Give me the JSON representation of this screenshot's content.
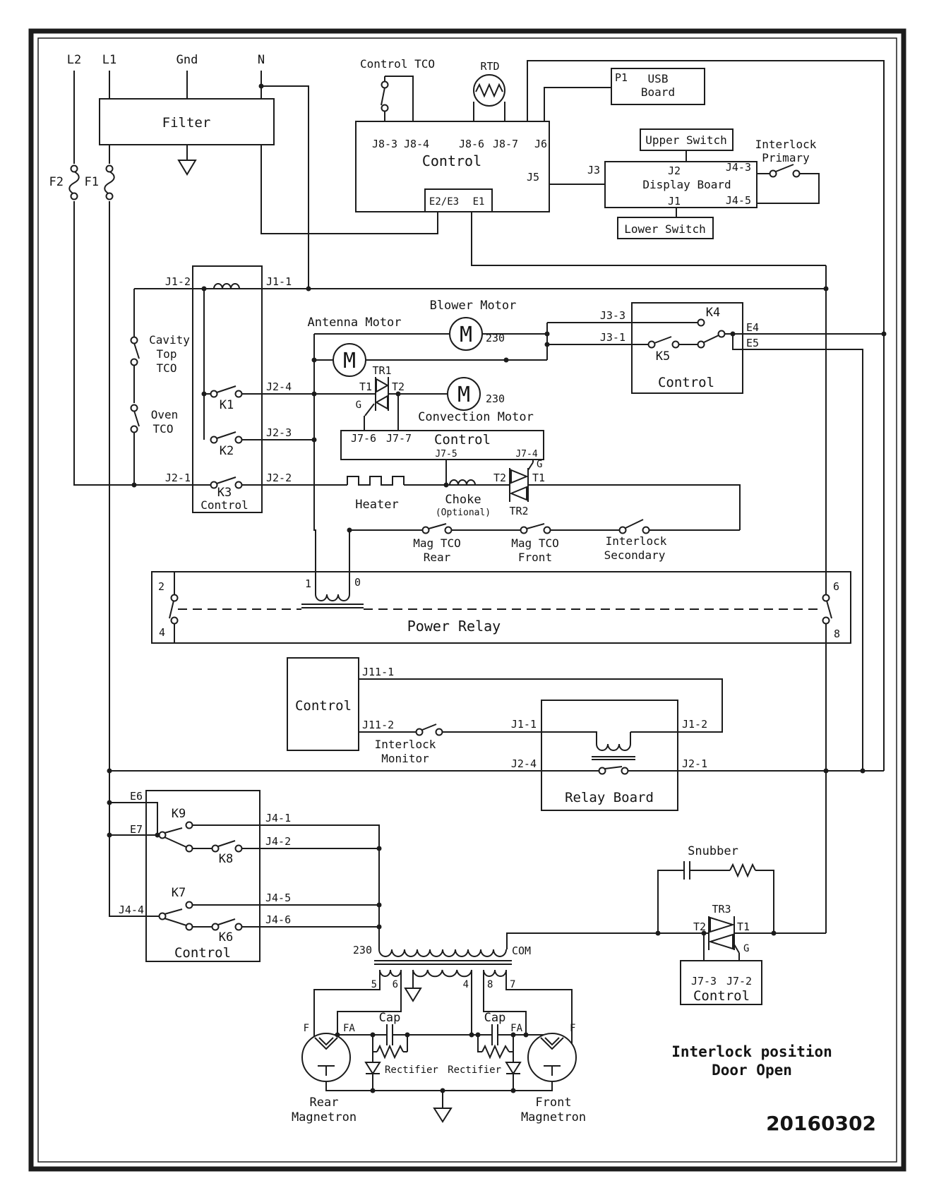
{
  "colors": {
    "line": "#1c1c1c",
    "background": "#ffffff"
  },
  "power_input": {
    "l2": "L2",
    "l1": "L1",
    "gnd": "Gnd",
    "n": "N",
    "filter": "Filter",
    "fuse_f2": "F2",
    "fuse_f1": "F1"
  },
  "main_control": {
    "title": "Control",
    "control_tco": "Control TCO",
    "rtd": "RTD",
    "j8_3": "J8-3",
    "j8_4": "J8-4",
    "j8_6": "J8-6",
    "j8_7": "J8-7",
    "j6": "J6",
    "j5": "J5",
    "e2_e3": "E2/E3",
    "e1": "E1"
  },
  "usb_board": {
    "p1": "P1",
    "name_line1": "USB",
    "name_line2": "Board"
  },
  "display_board": {
    "title": "Display Board",
    "upper_switch": "Upper Switch",
    "lower_switch": "Lower Switch",
    "j2": "J2",
    "j3": "J3",
    "j1": "J1",
    "j4_3": "J4-3",
    "j4_5": "J4-5",
    "interlock_primary_line1": "Interlock",
    "interlock_primary_line2": "Primary"
  },
  "tco_chain": {
    "cavity_line1": "Cavity",
    "cavity_line2": "Top",
    "cavity_line3": "TCO",
    "oven_line1": "Oven",
    "oven_line2": "TCO"
  },
  "k_relay_bank": {
    "title": "Control",
    "j1_2": "J1-2",
    "j1_1": "J1-1",
    "k1": "K1",
    "k2": "K2",
    "k3": "K3",
    "j2_4": "J2-4",
    "j2_3": "J2-3",
    "j2_2": "J2-2",
    "j2_1": "J2-1"
  },
  "motors": {
    "antenna": "Antenna Motor",
    "blower": "Blower Motor",
    "convection": "Convection Motor",
    "m": "M",
    "blower_voltage": "230",
    "convection_voltage": "230"
  },
  "tr1": {
    "name": "TR1",
    "t1": "T1",
    "t2": "T2",
    "g": "G"
  },
  "j7_control": {
    "title": "Control",
    "j7_6": "J7-6",
    "j7_7": "J7-7",
    "j7_5": "J7-5",
    "j7_4": "J7-4"
  },
  "k45_control": {
    "title": "Control",
    "j3_3": "J3-3",
    "j3_1": "J3-1",
    "k4": "K4",
    "k5": "K5",
    "e4": "E4",
    "e5": "E5"
  },
  "heating": {
    "heater": "Heater",
    "choke_line1": "Choke",
    "choke_line2": "(Optional)",
    "tr2": "TR2",
    "t2": "T2",
    "t1": "T1",
    "g": "G"
  },
  "safety_row": {
    "mag_tco_rear_line1": "Mag TCO",
    "mag_tco_rear_line2": "Rear",
    "mag_tco_front_line1": "Mag TCO",
    "mag_tco_front_line2": "Front",
    "interlock_secondary_line1": "Interlock",
    "interlock_secondary_line2": "Secondary"
  },
  "power_relay": {
    "title": "Power Relay",
    "pin2": "2",
    "pin4": "4",
    "pin1": "1",
    "pin0": "0",
    "pin6": "6",
    "pin8": "8"
  },
  "monitor_control": {
    "title": "Control",
    "j11_1": "J11-1",
    "j11_2": "J11-2",
    "interlock_monitor_line1": "Interlock",
    "interlock_monitor_line2": "Monitor"
  },
  "relay_board": {
    "title": "Relay Board",
    "j1_1": "J1-1",
    "j1_2": "J1-2",
    "j2_4": "J2-4",
    "j2_1": "J2-1"
  },
  "magnetron_control": {
    "title": "Control",
    "e6": "E6",
    "e7": "E7",
    "k9": "K9",
    "k8": "K8",
    "k7": "K7",
    "k6": "K6",
    "j4_1": "J4-1",
    "j4_2": "J4-2",
    "j4_5": "J4-5",
    "j4_6": "J4-6",
    "j4_4": "J4-4"
  },
  "transformer": {
    "primary_voltage": "230",
    "com": "COM",
    "pin5": "5",
    "pin6": "6",
    "pin4": "4",
    "pin8": "8",
    "pin7": "7"
  },
  "hv_circuit": {
    "cap_left": "Cap",
    "cap_right": "Cap",
    "rectifier_left": "Rectifier",
    "rectifier_right": "Rectifier",
    "f_left": "F",
    "fa_left": "FA",
    "fa_right": "FA",
    "f_right": "F",
    "rear_line1": "Rear",
    "rear_line2": "Magnetron",
    "front_line1": "Front",
    "front_line2": "Magnetron"
  },
  "snubber_tr3": {
    "snubber": "Snubber",
    "tr3": "TR3",
    "t2": "T2",
    "t1": "T1",
    "g": "G",
    "j7_3": "J7-3",
    "j7_2": "J7-2",
    "title": "Control"
  },
  "notes": {
    "interlock_position_line1": "Interlock position",
    "interlock_position_line2": "Door Open",
    "date_code": "20160302"
  }
}
